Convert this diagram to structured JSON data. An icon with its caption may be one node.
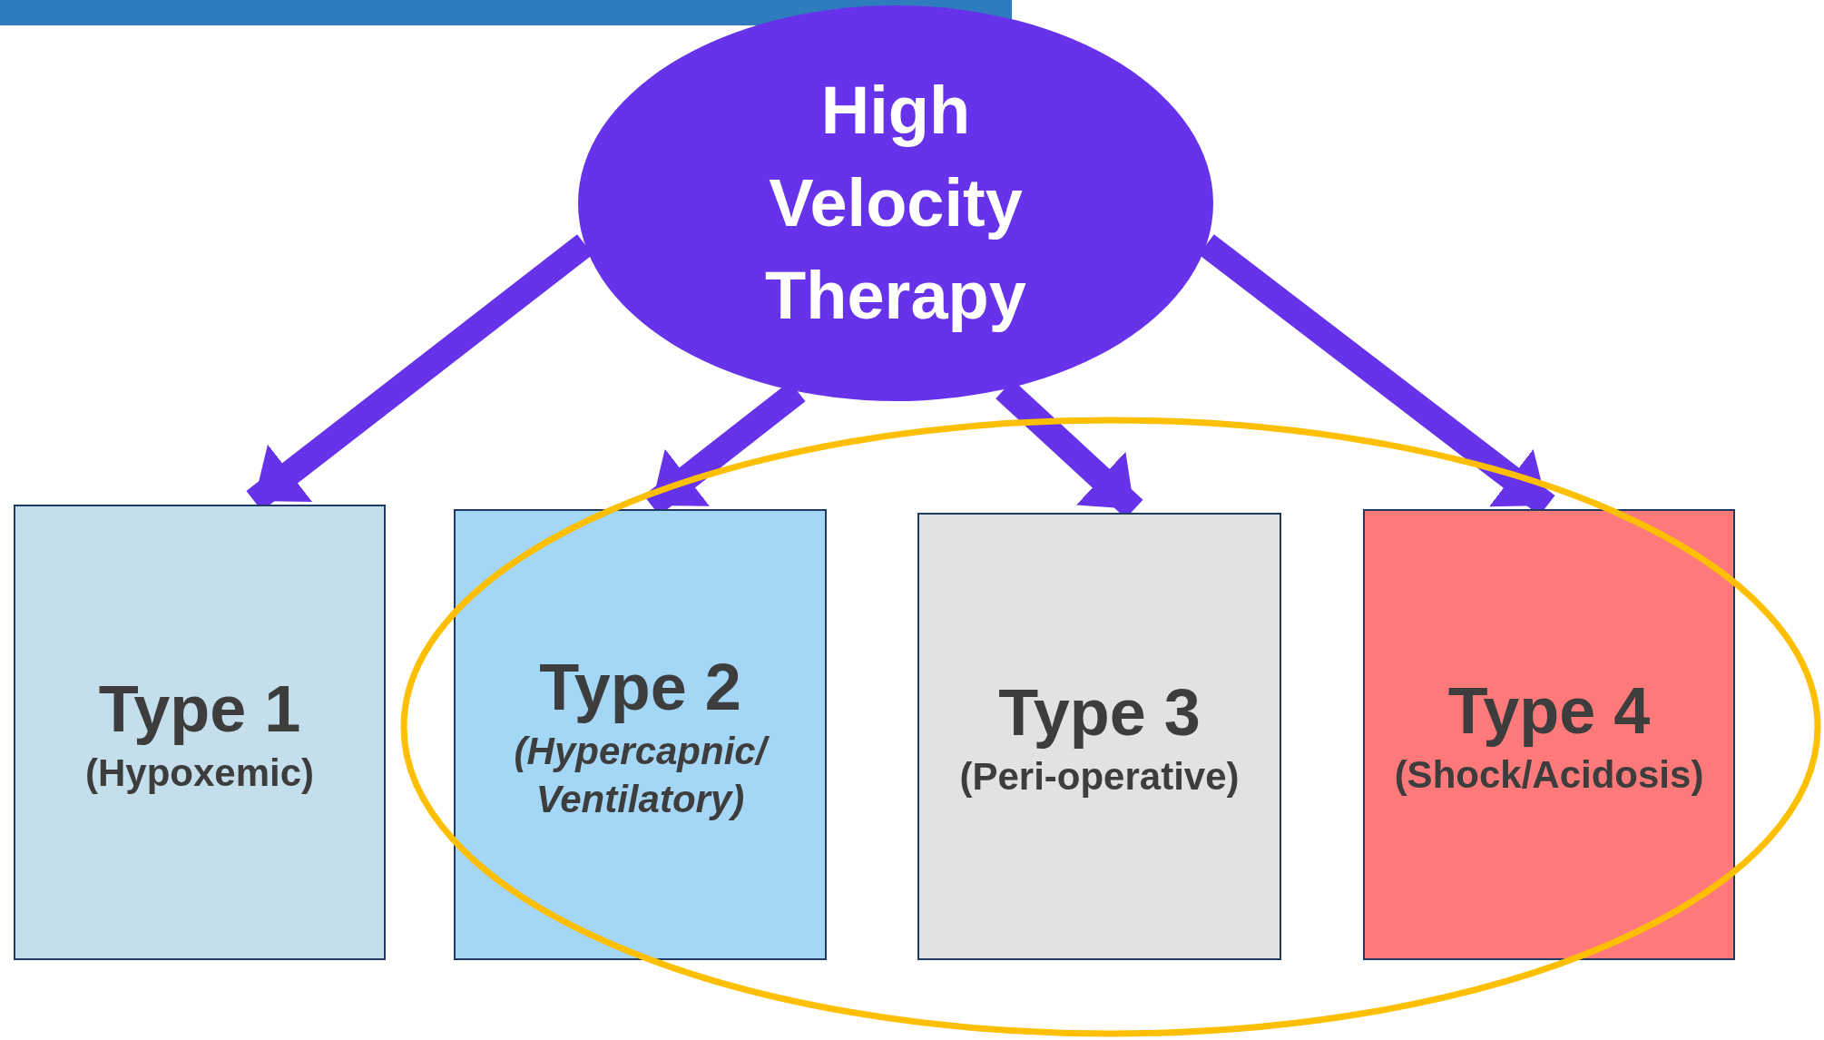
{
  "diagram": {
    "nodes": [
      {
        "text": [
          "High Velocity Therapy"
        ]
      },
      {
        "text": [
          "Type 1",
          "(Hypoxemic)"
        ]
      },
      {
        "text": [
          "Type 2",
          "(Hypercapnic/ Ventilatory)"
        ]
      },
      {
        "text": [
          "Type 3",
          "(Peri-operative)"
        ]
      },
      {
        "text": [
          "Type 4",
          "(Shock/Acidosis)"
        ]
      }
    ],
    "edges": [
      {
        "from": 0,
        "to": 1,
        "arrow": "to"
      },
      {
        "from": 0,
        "to": 2,
        "arrow": "to"
      },
      {
        "from": 0,
        "to": 3,
        "arrow": "to"
      },
      {
        "from": 0,
        "to": 4,
        "arrow": "to"
      }
    ]
  }
}
